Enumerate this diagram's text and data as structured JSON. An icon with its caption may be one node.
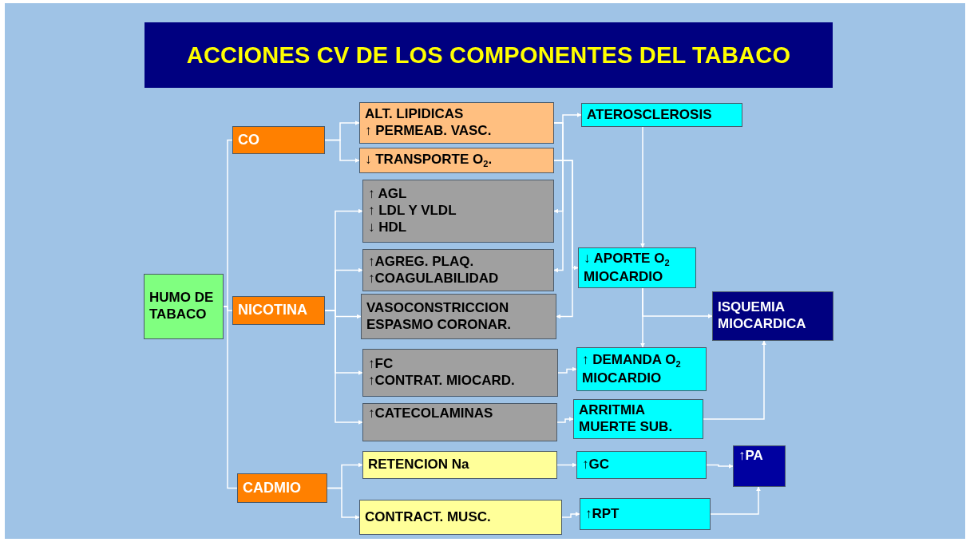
{
  "diagram": {
    "title": "ACCIONES CV DE LOS COMPONENTES DEL TABACO",
    "nodes": [
      {
        "text": [
          "HUMO DE TABACO"
        ]
      },
      {
        "text": [
          "CO"
        ]
      },
      {
        "text": [
          "NICOTINA"
        ]
      },
      {
        "text": [
          "CADMIO"
        ]
      },
      {
        "text": [
          "ALT. LIPIDICAS",
          "↑ PERMEAB. VASC."
        ]
      },
      {
        "text": [
          "↓ TRANSPORTE O$_{2}$."
        ]
      },
      {
        "text": [
          "↑ AGL",
          "↑ LDL Y VLDL",
          "↓ HDL"
        ]
      },
      {
        "text": [
          "↑AGREG. PLAQ.",
          "↑COAGULABILIDAD"
        ]
      },
      {
        "text": [
          "VASOCONSTRICCION",
          "ESPASMO CORONAR."
        ]
      },
      {
        "text": [
          "↑FC",
          "↑CONTRAT. MIOCARD."
        ]
      },
      {
        "text": [
          "↑CATECOLAMINAS"
        ]
      },
      {
        "text": [
          "RETENCION Na"
        ]
      },
      {
        "text": [
          "CONTRACT. MUSC."
        ]
      },
      {
        "text": [
          "ATEROSCLEROSIS"
        ]
      },
      {
        "text": [
          "↓ APORTE O$_{2}$ MIOCARDIO"
        ]
      },
      {
        "text": [
          "ISQUEMIA MIOCARDICA"
        ]
      },
      {
        "text": [
          "↑ DEMANDA O$_{2}$ MIOCARDIO"
        ]
      },
      {
        "text": [
          "ARRITMIA MUERTE SUB."
        ]
      },
      {
        "text": [
          "↑GC"
        ]
      },
      {
        "text": [
          "↑PA"
        ]
      },
      {
        "text": [
          "↑RPT"
        ]
      }
    ],
    "edges": [
      {
        "from": 0,
        "to": 1,
        "arrow": "none"
      },
      {
        "from": 0,
        "to": 2,
        "arrow": "none"
      },
      {
        "from": 0,
        "to": 3,
        "arrow": "none"
      },
      {
        "from": 1,
        "to": 4,
        "arrow": "to"
      },
      {
        "from": 1,
        "to": 5,
        "arrow": "to"
      },
      {
        "from": 2,
        "to": 6,
        "arrow": "to"
      },
      {
        "from": 2,
        "to": 7,
        "arrow": "to"
      },
      {
        "from": 2,
        "to": 8,
        "arrow": "to"
      },
      {
        "from": 2,
        "to": 9,
        "arrow": "to"
      },
      {
        "from": 2,
        "to": 10,
        "arrow": "to"
      },
      {
        "from": 3,
        "to": 11,
        "arrow": "to"
      },
      {
        "from": 3,
        "to": 12,
        "arrow": "to"
      },
      {
        "from": 4,
        "to": 13,
        "arrow": "to"
      },
      {
        "from": 4,
        "to": 6,
        "arrow": "to"
      },
      {
        "from": 4,
        "to": 7,
        "arrow": "to"
      },
      {
        "from": 5,
        "to": 14,
        "arrow": "to"
      },
      {
        "from": 5,
        "to": 8,
        "arrow": "to"
      },
      {
        "from": 13,
        "to": 14,
        "arrow": "to"
      },
      {
        "from": 14,
        "to": 15,
        "arrow": "to"
      },
      {
        "from": 14,
        "to": 16,
        "arrow": "to"
      },
      {
        "from": 9,
        "to": 16,
        "arrow": "to"
      },
      {
        "from": 10,
        "to": 17,
        "arrow": "to"
      },
      {
        "from": 17,
        "to": 15,
        "arrow": "to"
      },
      {
        "from": 11,
        "to": 18,
        "arrow": "to"
      },
      {
        "from": 18,
        "to": 19,
        "arrow": "to"
      },
      {
        "from": 12,
        "to": 20,
        "arrow": "to"
      },
      {
        "from": 20,
        "to": 19,
        "arrow": "to"
      }
    ]
  }
}
